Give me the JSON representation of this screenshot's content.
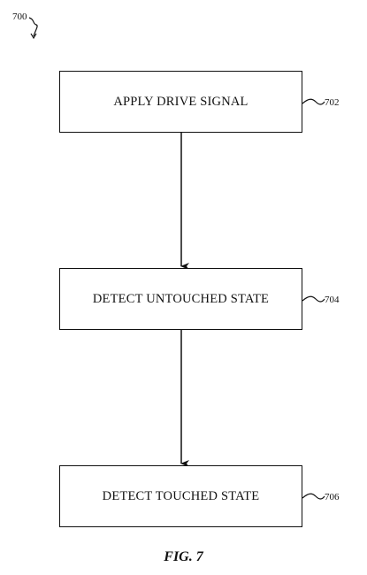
{
  "figure": {
    "reference_number": "700",
    "caption": "FIG. 7"
  },
  "steps": [
    {
      "label": "APPLY DRIVE SIGNAL",
      "reference_number": "702"
    },
    {
      "label": "DETECT UNTOUCHED STATE",
      "reference_number": "704"
    },
    {
      "label": "DETECT TOUCHED STATE",
      "reference_number": "706"
    }
  ]
}
